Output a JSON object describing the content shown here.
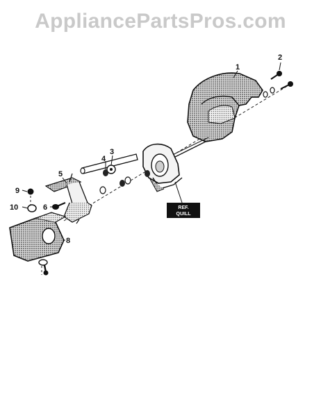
{
  "watermark": "AppliancePartsPros.com",
  "callouts": [
    {
      "id": "1",
      "label": "1"
    },
    {
      "id": "2",
      "label": "2"
    },
    {
      "id": "3",
      "label": "3"
    },
    {
      "id": "4",
      "label": "4"
    },
    {
      "id": "5",
      "label": "5"
    },
    {
      "id": "6",
      "label": "6"
    },
    {
      "id": "8",
      "label": "8"
    },
    {
      "id": "9",
      "label": "9"
    },
    {
      "id": "10",
      "label": "10"
    }
  ],
  "ref_box": {
    "line1": "REF.",
    "line2": "QUILL"
  },
  "colors": {
    "ink": "#111111",
    "shade": "#6b6b6b",
    "watermark": "#c9c9c9",
    "background": "#ffffff"
  }
}
